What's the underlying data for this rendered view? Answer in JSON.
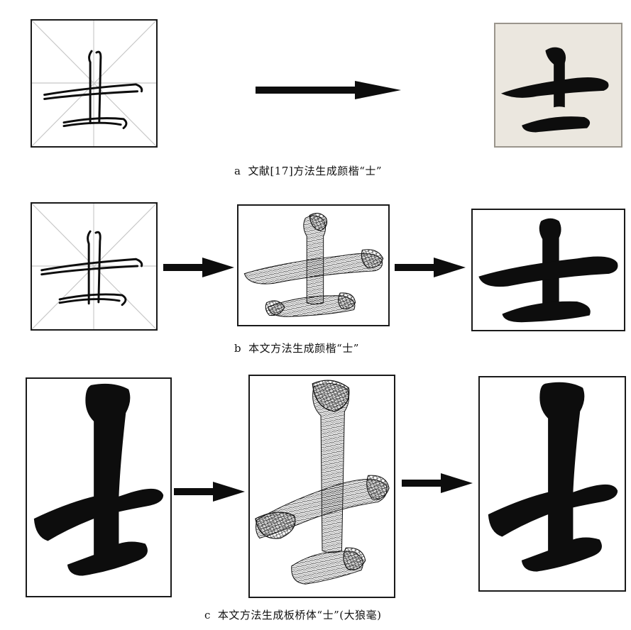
{
  "rows": [
    {
      "caption_letter": "a",
      "caption_text": "文献[17]方法生成颜楷“士”",
      "panels": [
        "grid-guide-character",
        "rendered-character-paper"
      ]
    },
    {
      "caption_letter": "b",
      "caption_text": "本文方法生成颜楷“士”",
      "panels": [
        "grid-guide-character",
        "brush-trajectory-mesh",
        "rendered-character"
      ]
    },
    {
      "caption_letter": "c",
      "caption_text": "本文方法生成板桥体“士”(大狼毫)",
      "panels": [
        "silhouette-character",
        "brush-trajectory-mesh",
        "rendered-character"
      ]
    }
  ],
  "colors": {
    "ink": "#0d0d0d",
    "grid": "#c8c8c8",
    "paper": "#ebe7df",
    "border": "#1a1a1a"
  }
}
